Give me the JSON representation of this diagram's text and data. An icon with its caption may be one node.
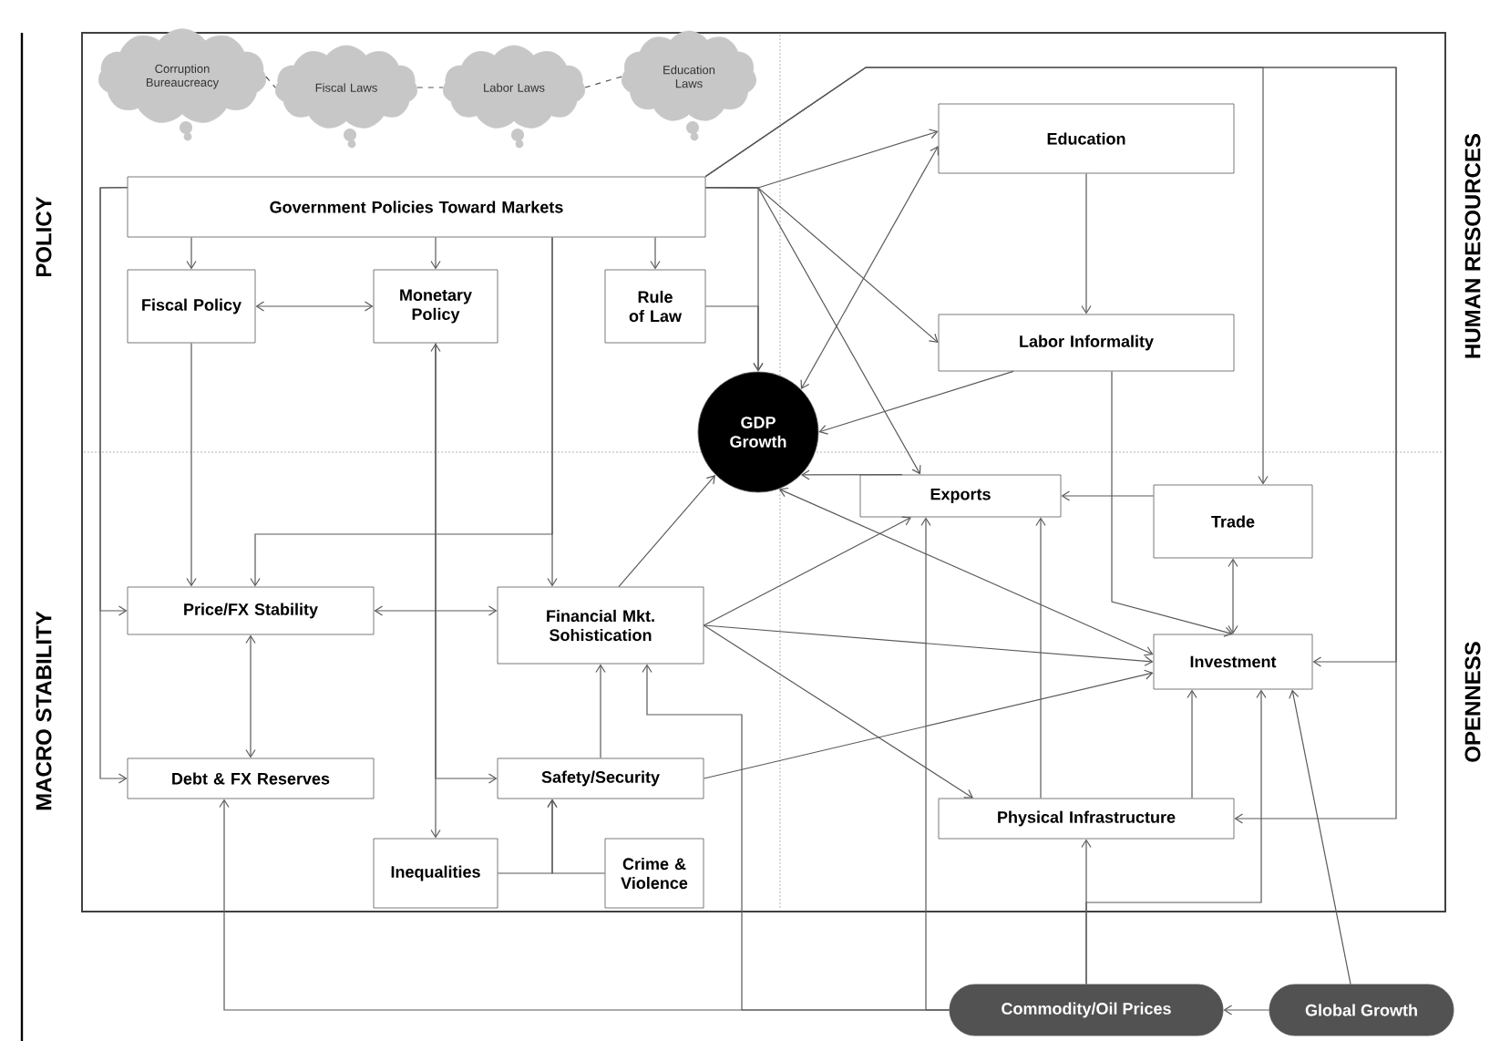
{
  "diagram": {
    "nodes": [
      {
        "text": [
          "Corruption Bureaucreacy"
        ]
      },
      {
        "text": [
          "Fiscal Laws"
        ]
      },
      {
        "text": [
          "Labor Laws"
        ]
      },
      {
        "text": [
          "Education Laws"
        ]
      },
      {
        "text": [
          "Government Policies Toward Markets"
        ]
      },
      {
        "text": [
          "Fiscal Policy"
        ]
      },
      {
        "text": [
          "Monetary Policy"
        ]
      },
      {
        "text": [
          "Rule of Law"
        ]
      },
      {
        "text": [
          "GDP Growth"
        ]
      },
      {
        "text": [
          "Education"
        ]
      },
      {
        "text": [
          "Labor Informality"
        ]
      },
      {
        "text": [
          "Exports"
        ]
      },
      {
        "text": [
          "Trade"
        ]
      },
      {
        "text": [
          "Price/FX Stability"
        ]
      },
      {
        "text": [
          "Financial Mkt. Sohistication"
        ]
      },
      {
        "text": [
          "Investment"
        ]
      },
      {
        "text": [
          "Debt & FX Reserves"
        ]
      },
      {
        "text": [
          "Safety/Security"
        ]
      },
      {
        "text": [
          "Physical Infrastructure"
        ]
      },
      {
        "text": [
          "Inequalities"
        ]
      },
      {
        "text": [
          "Crime & Violence"
        ]
      },
      {
        "text": [
          "Commodity/Oil Prices"
        ]
      },
      {
        "text": [
          "Global Growth"
        ]
      }
    ],
    "edges": [
      {
        "from": 0,
        "to": 1,
        "arrow": "none",
        "style": "dashed"
      },
      {
        "from": 1,
        "to": 2,
        "arrow": "none",
        "style": "dashed"
      },
      {
        "from": 2,
        "to": 3,
        "arrow": "none",
        "style": "dashed"
      },
      {
        "from": 4,
        "to": 5,
        "arrow": "to"
      },
      {
        "from": 4,
        "to": 6,
        "arrow": "to"
      },
      {
        "from": 4,
        "to": 7,
        "arrow": "to"
      },
      {
        "from": 5,
        "to": 6,
        "arrow": "both"
      },
      {
        "from": 4,
        "to": 8,
        "arrow": "to"
      },
      {
        "from": 7,
        "to": 8,
        "arrow": "to"
      },
      {
        "from": 4,
        "to": 9,
        "arrow": "to"
      },
      {
        "from": 8,
        "to": 9,
        "arrow": "both"
      },
      {
        "from": 4,
        "to": 10,
        "arrow": "to"
      },
      {
        "from": 4,
        "to": 11,
        "arrow": "to"
      },
      {
        "from": 9,
        "to": 10,
        "arrow": "to"
      },
      {
        "from": 10,
        "to": 8,
        "arrow": "to"
      },
      {
        "from": 11,
        "to": 8,
        "arrow": "to"
      },
      {
        "from": 12,
        "to": 11,
        "arrow": "to"
      },
      {
        "from": 12,
        "to": 15,
        "arrow": "both"
      },
      {
        "from": 10,
        "to": 15,
        "arrow": "to"
      },
      {
        "from": 4,
        "to": 12,
        "arrow": "to"
      },
      {
        "from": 4,
        "to": 15,
        "arrow": "to"
      },
      {
        "from": 4,
        "to": 18,
        "arrow": "to"
      },
      {
        "from": 8,
        "to": 15,
        "arrow": "both"
      },
      {
        "from": 14,
        "to": 8,
        "arrow": "to"
      },
      {
        "from": 14,
        "to": 11,
        "arrow": "to"
      },
      {
        "from": 14,
        "to": 15,
        "arrow": "to"
      },
      {
        "from": 14,
        "to": 18,
        "arrow": "to"
      },
      {
        "from": 17,
        "to": 15,
        "arrow": "to"
      },
      {
        "from": 13,
        "to": 14,
        "arrow": "both"
      },
      {
        "from": 13,
        "to": 16,
        "arrow": "both"
      },
      {
        "from": 5,
        "to": 13,
        "arrow": "to"
      },
      {
        "from": 4,
        "to": 13,
        "arrow": "to"
      },
      {
        "from": 4,
        "to": 14,
        "arrow": "to"
      },
      {
        "from": 4,
        "to": 13,
        "arrow": "to"
      },
      {
        "from": 4,
        "to": 16,
        "arrow": "to"
      },
      {
        "from": 6,
        "to": 19,
        "arrow": "both"
      },
      {
        "from": 6,
        "to": 17,
        "arrow": "to"
      },
      {
        "from": 19,
        "to": 17,
        "arrow": "to"
      },
      {
        "from": 20,
        "to": 17,
        "arrow": "to"
      },
      {
        "from": 17,
        "to": 14,
        "arrow": "to"
      },
      {
        "from": 21,
        "to": 16,
        "arrow": "to"
      },
      {
        "from": 21,
        "to": 14,
        "arrow": "to"
      },
      {
        "from": 21,
        "to": 11,
        "arrow": "to"
      },
      {
        "from": 21,
        "to": 18,
        "arrow": "to"
      },
      {
        "from": 21,
        "to": 15,
        "arrow": "to"
      },
      {
        "from": 18,
        "to": 11,
        "arrow": "to"
      },
      {
        "from": 18,
        "to": 15,
        "arrow": "to"
      },
      {
        "from": 22,
        "to": 21,
        "arrow": "to"
      },
      {
        "from": 22,
        "to": 15,
        "arrow": "to"
      }
    ],
    "labels": [
      "POLICY",
      "HUMAN RESOURCES",
      "MACRO STABILITY",
      "OPENNESS"
    ]
  }
}
